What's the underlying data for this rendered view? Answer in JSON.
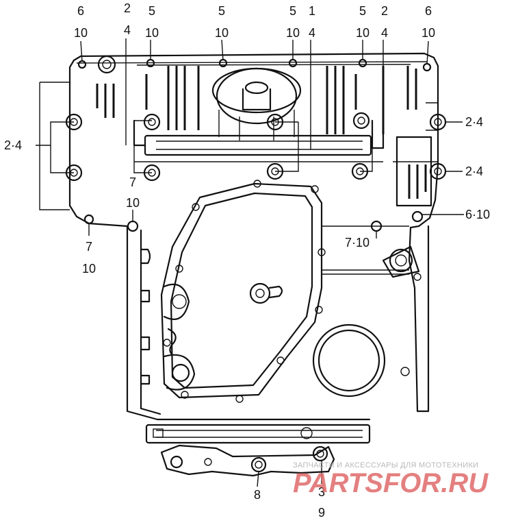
{
  "callouts": {
    "top": [
      {
        "a": "6",
        "b": "10"
      },
      {
        "a": "2",
        "b": "4"
      },
      {
        "a": "5",
        "b": "10"
      },
      {
        "a": "5",
        "b": "10"
      },
      {
        "a": "5",
        "b": "10"
      },
      {
        "a": "1",
        "b": "4"
      },
      {
        "a": "5",
        "b": "10"
      },
      {
        "a": "2",
        "b": "4"
      },
      {
        "a": "6",
        "b": "10"
      }
    ],
    "left_bracket": "2·4",
    "right_upper": "2·4",
    "right_lower": "2·4",
    "right_mid": "6·10",
    "center_right": "7·10",
    "left_mid": {
      "a": "7",
      "b": "10"
    },
    "left_low": {
      "a": "7",
      "b": "10"
    },
    "bottom_center": "8",
    "bottom_right": {
      "a": "3",
      "b": "9"
    }
  },
  "watermark": {
    "tagline": "ЗАПЧАСТИ И АКСЕССУАРЫ ДЛЯ МОТОТЕХНИКИ",
    "brand": "PARTSFOR.RU"
  }
}
